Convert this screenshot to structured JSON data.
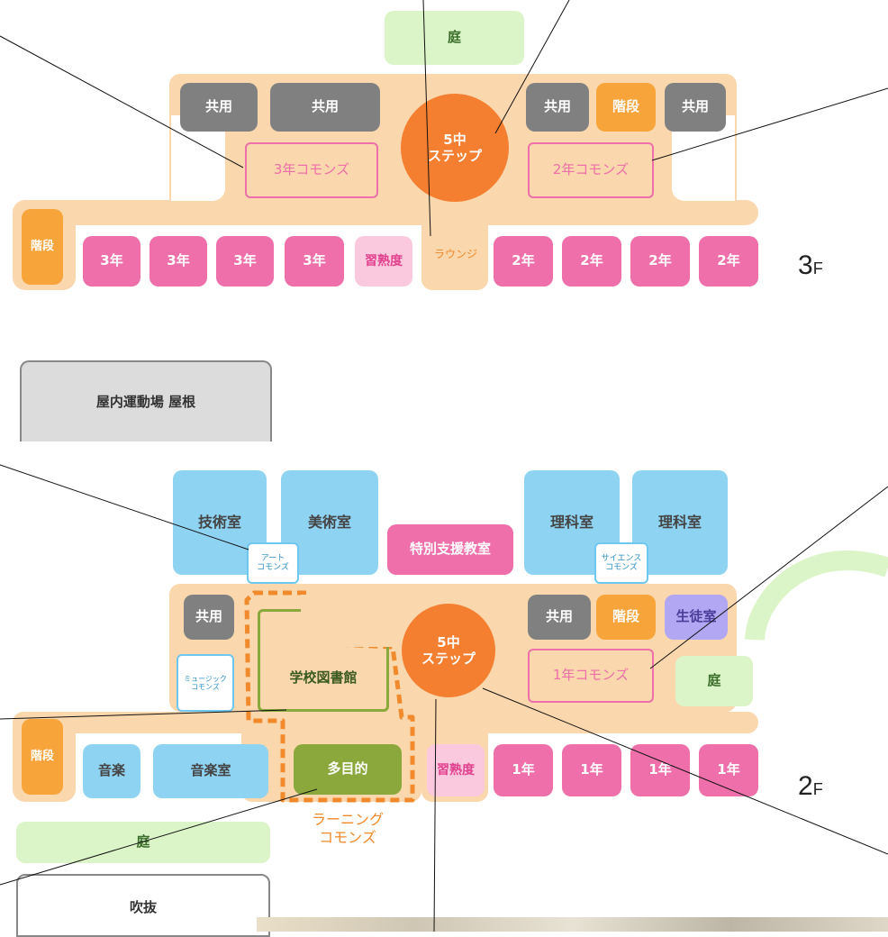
{
  "floor3": {
    "label_main": "3",
    "label_sub": "F",
    "garden": "庭",
    "shared": "共用",
    "stairs": "階段",
    "commons_3": "3年コモンズ",
    "commons_2": "2年コモンズ",
    "step": "5中\nステップ",
    "grade3": "3年",
    "grade2": "2年",
    "study": "習熟度",
    "lounge": "ラウンジ"
  },
  "roof": {
    "label": "屋内運動場 屋根"
  },
  "floor2": {
    "label_main": "2",
    "label_sub": "F",
    "tech": "技術室",
    "art": "美術室",
    "special": "特別支援教室",
    "science": "理科室",
    "art_commons": "アート\nコモンズ",
    "science_commons": "サイエンス\nコモンズ",
    "music_commons": "ミュージック\nコモンズ",
    "shared": "共用",
    "stairs": "階段",
    "student": "生徒室",
    "library": "学校図書館",
    "step": "5中\nステップ",
    "commons_1": "1年コモンズ",
    "garden": "庭",
    "music": "音楽",
    "music_room": "音楽室",
    "multipurpose": "多目的",
    "study": "習熟度",
    "grade1": "1年",
    "learning_commons": "ラーニング\nコモンズ"
  },
  "bottom": {
    "garden": "庭",
    "atrium": "吹抜"
  }
}
